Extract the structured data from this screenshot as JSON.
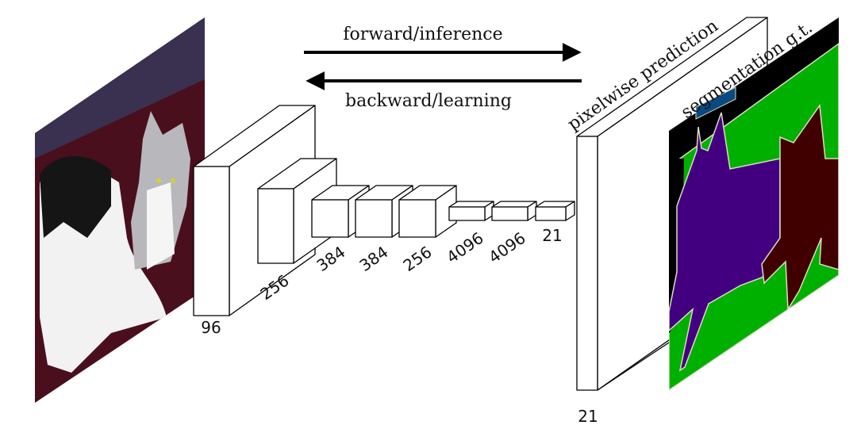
{
  "arrows": {
    "forward_label": "forward/inference",
    "backward_label": "backward/learning"
  },
  "layers": [
    {
      "label": "96"
    },
    {
      "label": "256"
    },
    {
      "label": "384"
    },
    {
      "label": "384"
    },
    {
      "label": "256"
    },
    {
      "label": "4096"
    },
    {
      "label": "4096"
    },
    {
      "label": "21"
    }
  ],
  "output": {
    "title": "pixelwise prediction",
    "label": "21"
  },
  "ground_truth": {
    "title": "segmentation g.t."
  },
  "colors": {
    "background_class": "#000000",
    "green_class": "#00b000",
    "dog_class": "#420080",
    "cat_class": "#400000",
    "blue_class": "#0a4a80",
    "boundary": "#e0dcc0",
    "photo_bg": "#4a0f1c"
  }
}
